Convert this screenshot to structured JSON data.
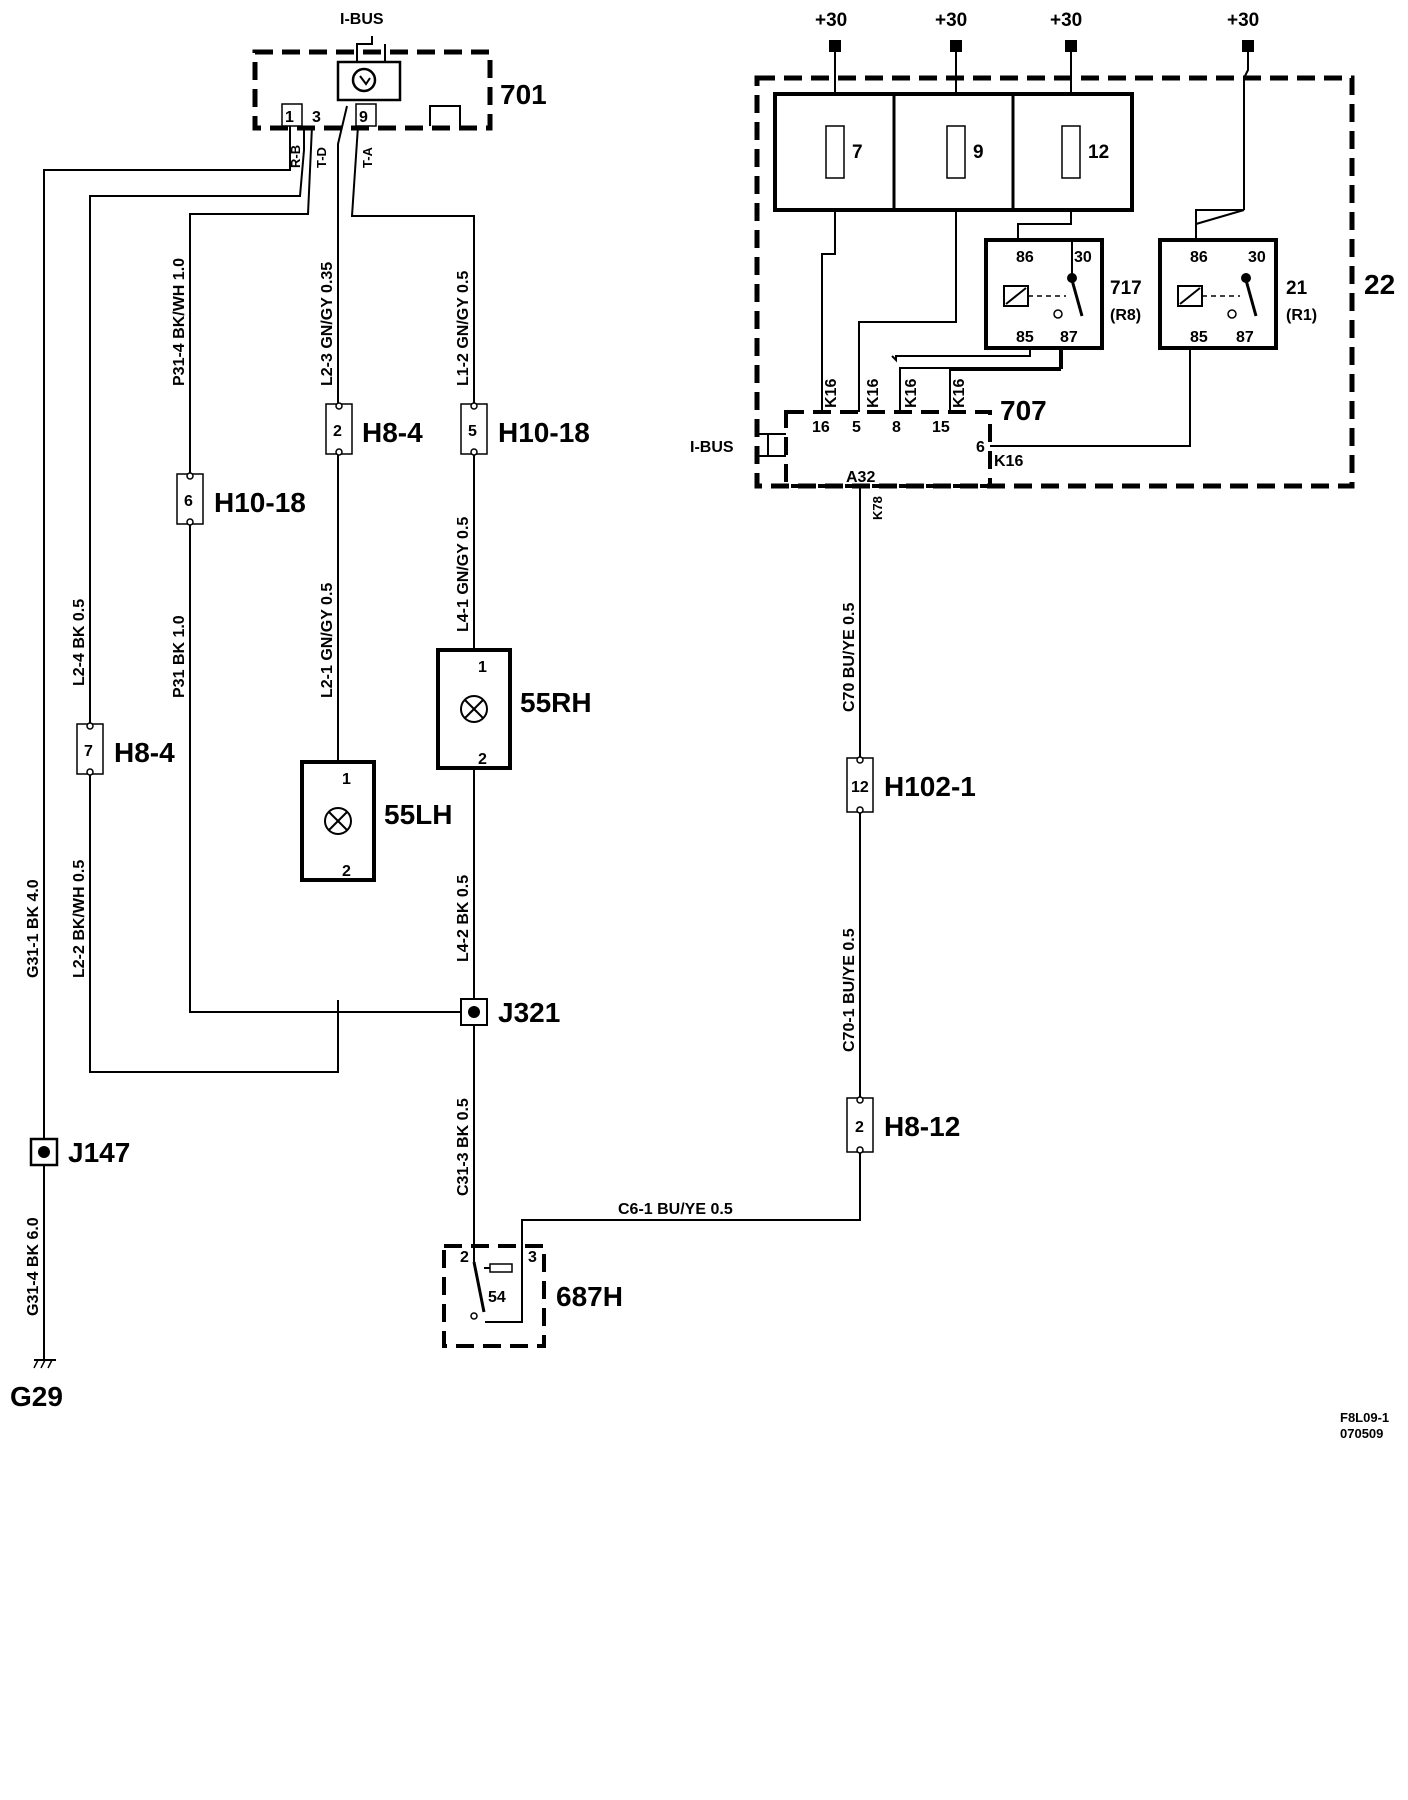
{
  "diagram": {
    "bus_top": "I-BUS",
    "bus_left": "I-BUS",
    "module_701": "701",
    "module_701_pins": [
      "1",
      "3",
      "9"
    ],
    "module_701_wires": [
      "R-B",
      "T-D",
      "T-A"
    ],
    "fuse_box": "22",
    "plus30": "+30",
    "fuses": [
      "7",
      "9",
      "12"
    ],
    "relays": [
      {
        "id": "717",
        "sub": "(R8)",
        "pins": [
          "86",
          "30",
          "85",
          "87"
        ]
      },
      {
        "id": "21",
        "sub": "(R1)",
        "pins": [
          "86",
          "30",
          "85",
          "87"
        ]
      }
    ],
    "module_707": "707",
    "module_707_pins": [
      "16",
      "5",
      "8",
      "15",
      "6"
    ],
    "k16": "K16",
    "k78": "K78",
    "a32": "A32",
    "wires": {
      "p31_4": "P31-4 BK/WH  1.0",
      "l2_3": "L2-3  GN/GY  0.35",
      "l1_2": "L1-2 GN/GY  0.5",
      "l2_4": "L2-4 BK  0.5",
      "p31": "P31 BK 1.0",
      "l2_1": "L2-1 GN/GY  0.5",
      "l4_1": "L4-1 GN/GY  0.5",
      "g31_1": "G31-1 BK  4.0",
      "l2_2": "L2-2 BK/WH  0.5",
      "l4_2": "L4-2 BK  0.5",
      "c31_3": "C31-3 BK  0.5",
      "g31_4": "G31-4 BK  6.0",
      "c70": "C70  BU/YE  0.5",
      "c70_1": "C70-1 BU/YE  0.5",
      "c6_1": "C6-1  BU/YE  0.5"
    },
    "connectors": [
      {
        "pin": "2",
        "label": "H8-4"
      },
      {
        "pin": "5",
        "label": "H10-18"
      },
      {
        "pin": "6",
        "label": "H10-18"
      },
      {
        "pin": "7",
        "label": "H8-4"
      },
      {
        "pin": "12",
        "label": "H102-1"
      },
      {
        "pin": "2",
        "label": "H8-12"
      }
    ],
    "lamps": [
      {
        "label": "55RH",
        "pins": [
          "1",
          "2"
        ]
      },
      {
        "label": "55LH",
        "pins": [
          "1",
          "2"
        ]
      }
    ],
    "splices": [
      "J321",
      "J147"
    ],
    "ground": "G29",
    "switch": {
      "label": "687H",
      "pins": [
        "2",
        "3"
      ],
      "code": "54"
    },
    "ref_code": "F8L09-1",
    "ref_date": "070509"
  }
}
